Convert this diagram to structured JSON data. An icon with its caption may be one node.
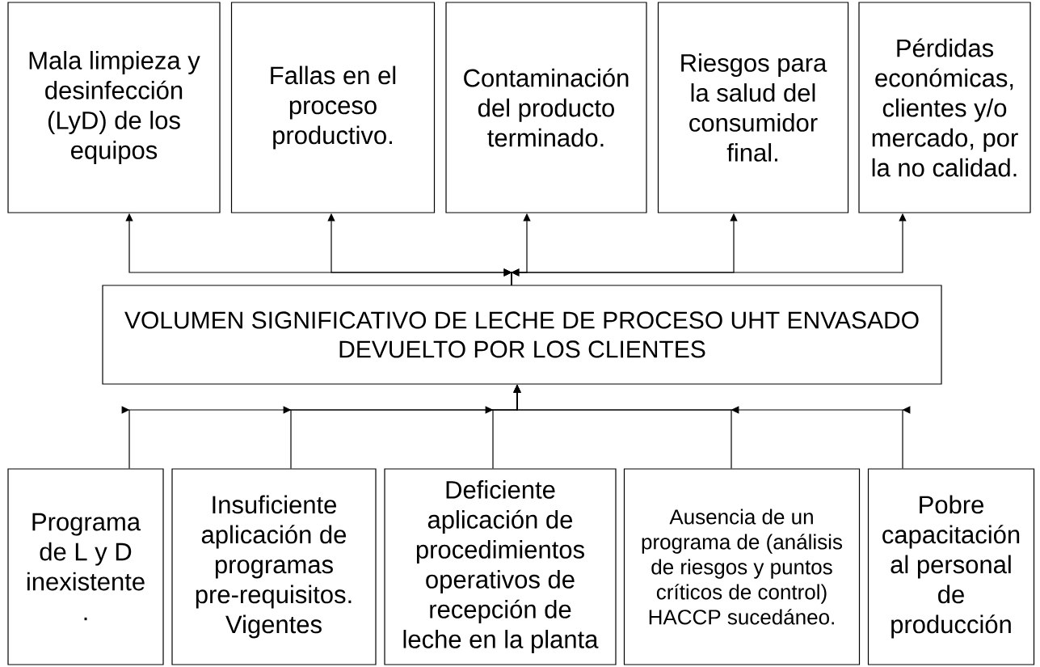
{
  "diagram": {
    "nodes": [
      {
        "text": [
          "Mala limpieza y desinfección (LyD) de los equipos"
        ]
      },
      {
        "text": [
          "Fallas en el proceso productivo."
        ]
      },
      {
        "text": [
          "Contaminación del producto terminado."
        ]
      },
      {
        "text": [
          "Riesgos para la salud del consumidor final."
        ]
      },
      {
        "text": [
          "Pérdidas económicas, clientes y/o mercado, por la no calidad."
        ]
      },
      {
        "text": [
          "VOLUMEN SIGNIFICATIVO DE LECHE DE PROCESO UHT ENVASADO DEVUELTO POR LOS CLIENTES"
        ]
      },
      {
        "text": [
          "Programa de L y D inexistente ."
        ]
      },
      {
        "text": [
          "Insuficiente aplicación de programas pre-requisitos. Vigentes"
        ]
      },
      {
        "text": [
          "Deficiente aplicación de procedimientos operativos de recepción de leche en la planta"
        ]
      },
      {
        "text": [
          "Ausencia de un programa de (análisis de riesgos y puntos críticos de control) HACCP sucedáneo."
        ]
      },
      {
        "text": [
          "Pobre capacitación al personal de producción"
        ]
      }
    ],
    "edges": [
      {
        "from": 5,
        "to": 0,
        "arrow": "to"
      },
      {
        "from": 5,
        "to": 1,
        "arrow": "to"
      },
      {
        "from": 5,
        "to": 2,
        "arrow": "to"
      },
      {
        "from": 5,
        "to": 3,
        "arrow": "to"
      },
      {
        "from": 5,
        "to": 4,
        "arrow": "to"
      },
      {
        "from": 6,
        "to": 5,
        "arrow": "to"
      },
      {
        "from": 7,
        "to": 5,
        "arrow": "to"
      },
      {
        "from": 8,
        "to": 5,
        "arrow": "to"
      },
      {
        "from": 9,
        "to": 5,
        "arrow": "to"
      },
      {
        "from": 10,
        "to": 5,
        "arrow": "to"
      }
    ]
  }
}
